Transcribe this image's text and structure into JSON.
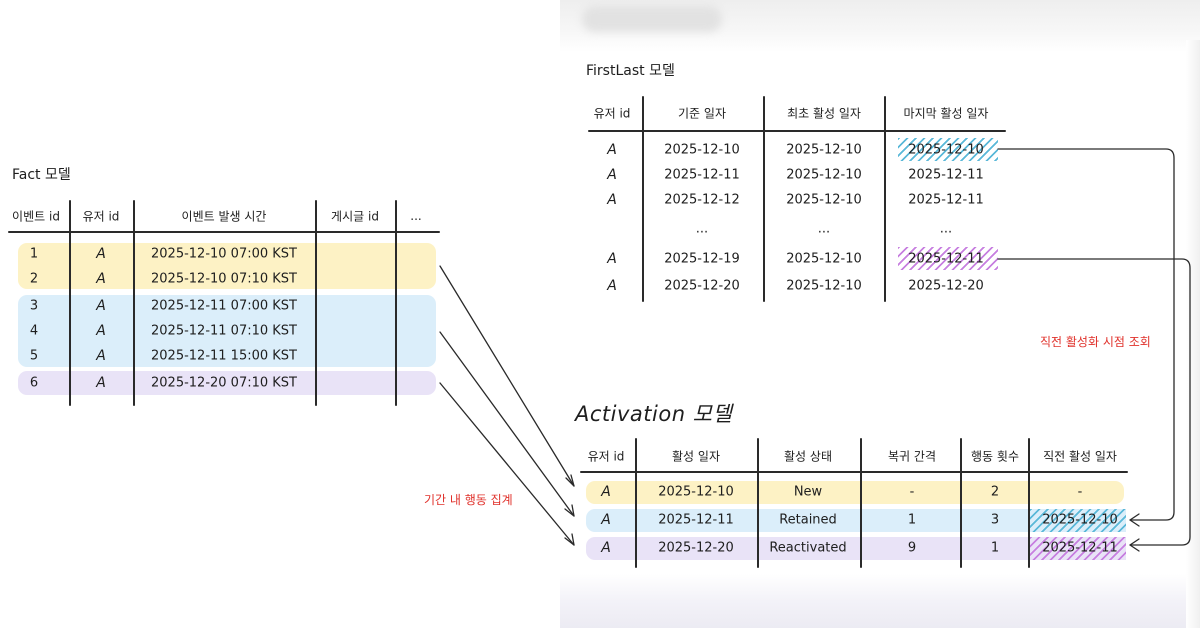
{
  "fact": {
    "title": "Fact 모델",
    "headers": [
      "이벤트 id",
      "유저 id",
      "이벤트 발생 시간",
      "게시글 id",
      "..."
    ],
    "rows": [
      {
        "event_id": "1",
        "user": "A",
        "time": "2025-12-10 07:00 KST"
      },
      {
        "event_id": "2",
        "user": "A",
        "time": "2025-12-10 07:10 KST"
      },
      {
        "event_id": "3",
        "user": "A",
        "time": "2025-12-11 07:00 KST"
      },
      {
        "event_id": "4",
        "user": "A",
        "time": "2025-12-11 07:10 KST"
      },
      {
        "event_id": "5",
        "user": "A",
        "time": "2025-12-11 15:00 KST"
      },
      {
        "event_id": "6",
        "user": "A",
        "time": "2025-12-20 07:10 KST"
      }
    ]
  },
  "firstlast": {
    "title": "FirstLast 모델",
    "headers": [
      "유저 id",
      "기준 일자",
      "최초 활성 일자",
      "마지막 활성 일자"
    ],
    "rows": [
      {
        "user": "A",
        "base": "2025-12-10",
        "first": "2025-12-10",
        "last": "2025-12-10"
      },
      {
        "user": "A",
        "base": "2025-12-11",
        "first": "2025-12-10",
        "last": "2025-12-11"
      },
      {
        "user": "A",
        "base": "2025-12-12",
        "first": "2025-12-10",
        "last": "2025-12-11"
      },
      {
        "user": "",
        "base": "...",
        "first": "...",
        "last": "..."
      },
      {
        "user": "A",
        "base": "2025-12-19",
        "first": "2025-12-10",
        "last": "2025-12-11"
      },
      {
        "user": "A",
        "base": "2025-12-20",
        "first": "2025-12-10",
        "last": "2025-12-20"
      }
    ]
  },
  "activation": {
    "title": "Activation 모델",
    "headers": [
      "유저 id",
      "활성 일자",
      "활성 상태",
      "복귀 간격",
      "행동 횟수",
      "직전 활성 일자"
    ],
    "rows": [
      {
        "user": "A",
        "date": "2025-12-10",
        "status": "New",
        "gap": "-",
        "count": "2",
        "prev": "-"
      },
      {
        "user": "A",
        "date": "2025-12-11",
        "status": "Retained",
        "gap": "1",
        "count": "3",
        "prev": "2025-12-10"
      },
      {
        "user": "A",
        "date": "2025-12-20",
        "status": "Reactivated",
        "gap": "9",
        "count": "1",
        "prev": "2025-12-11"
      }
    ]
  },
  "annotations": {
    "aggregate": "기간 내 행동 집계",
    "lookup": "직전 활성화 시점 조회"
  },
  "colors": {
    "yellow_band": "#fdf2c5",
    "blue_band": "#dbeefa",
    "purple_band": "#e9e3f7",
    "annotation_red": "#e0312b",
    "stroke": "#2a2a2a"
  }
}
